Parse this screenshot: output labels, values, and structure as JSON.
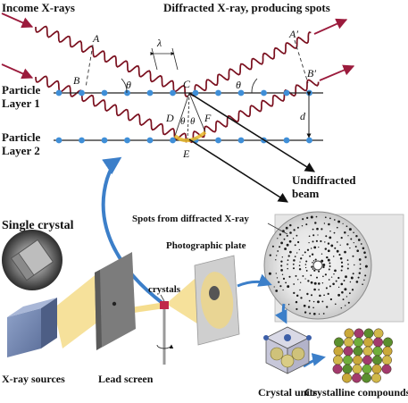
{
  "top": {
    "incoming_label": "Income X-rays",
    "diffracted_label": "Diffracted X-ray, producing spots",
    "layer1_line1": "Particle",
    "layer1_line2": "Layer 1",
    "layer2_line1": "Particle",
    "layer2_line2": "Layer 2",
    "undiffracted_line1": "Undiffracted",
    "undiffracted_line2": "beam",
    "points": {
      "A": "A",
      "A_prime": "A′",
      "B": "B",
      "B_prime": "B′",
      "C": "C",
      "D": "D",
      "E": "E",
      "F": "F"
    },
    "lambda": "λ",
    "theta": "θ",
    "d": "d"
  },
  "bottom": {
    "single_crystal": "Single crystal",
    "spots_label": "Spots from diffracted X-ray",
    "photographic_plate": "Photographic plate",
    "crystals": "crystals",
    "xray_sources": "X-ray sources",
    "lead_screen": "Lead screen",
    "crystal_units": "Crystal units",
    "crystalline_compounds": "Crystalline compounds"
  },
  "colors": {
    "wave": "#7a0f1e",
    "incoming_arrow": "#9b1b3c",
    "atom_dot": "#3f8fd8",
    "beam_yellow": "#f3d77a",
    "curved_arrow": "#3c7fc9"
  }
}
